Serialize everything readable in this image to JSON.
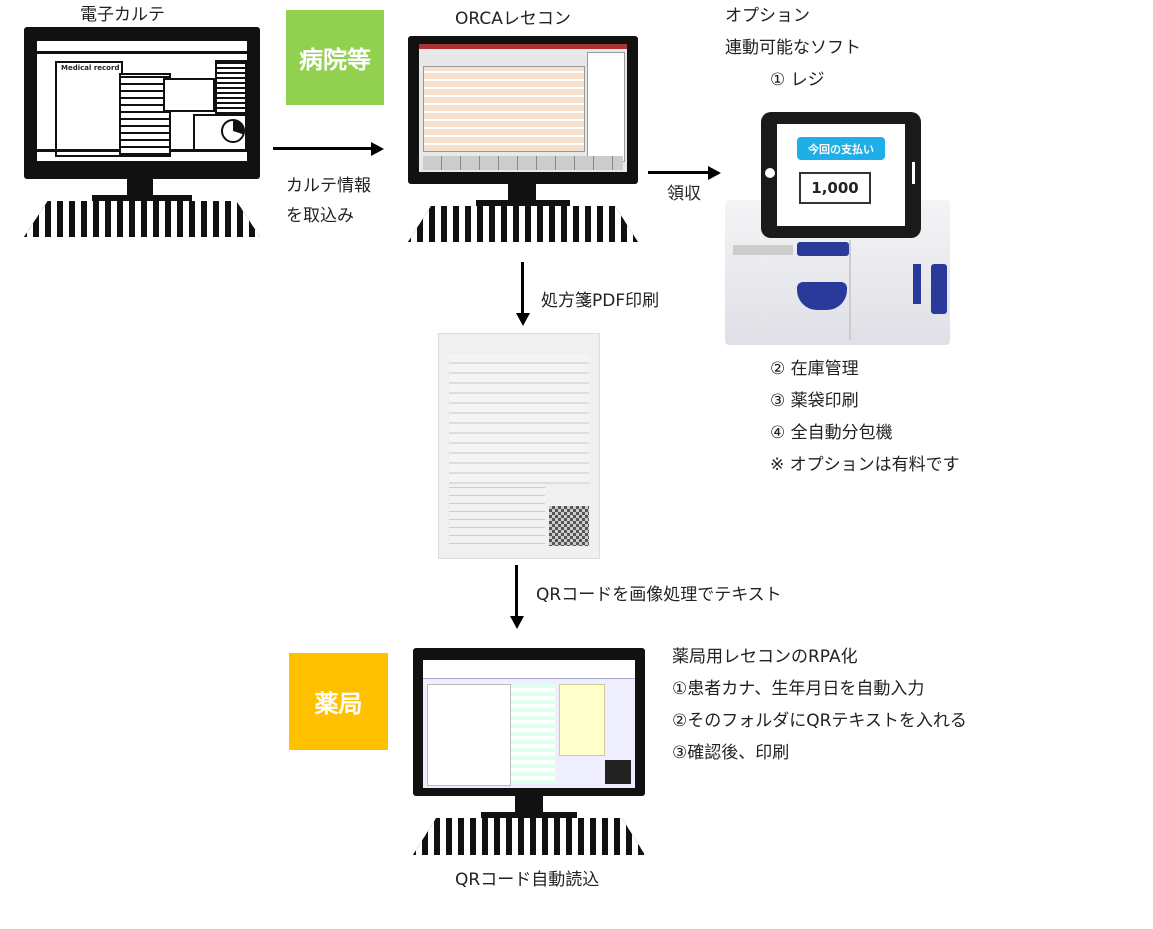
{
  "emr": {
    "title": "電子カルテ",
    "screen_heading": "Medical record"
  },
  "hospital": {
    "label": "病院等",
    "color": "#92d050"
  },
  "import_label": {
    "line1": "カルテ情報",
    "line2": "を取込み"
  },
  "orca": {
    "title": "ORCAレセコン"
  },
  "receipt_label": "領収",
  "options": {
    "line1": "オプション",
    "line2": "連動可能なソフト",
    "item1": "① レジ",
    "item2": "② 在庫管理",
    "item3": "③ 薬袋印刷",
    "item4": "④ 全自動分包機",
    "note": "※ オプションは有料です"
  },
  "register": {
    "banner": "今回の支払い",
    "amount": "1,000",
    "banner_color": "#1eaee8"
  },
  "print_label": "処方箋PDF印刷",
  "qr_label": "QRコードを画像処理でテキスト",
  "pharmacy": {
    "label": "薬局",
    "color": "#ffc000"
  },
  "pharmacy_monitor": {
    "caption": "QRコード自動読込"
  },
  "rpa": {
    "title": "薬局用レセコンのRPA化",
    "step1": "①患者カナ、生年月日を自動入力",
    "step2": "②そのフォルダにQRテキストを入れる",
    "step3": "③確認後、印刷"
  }
}
